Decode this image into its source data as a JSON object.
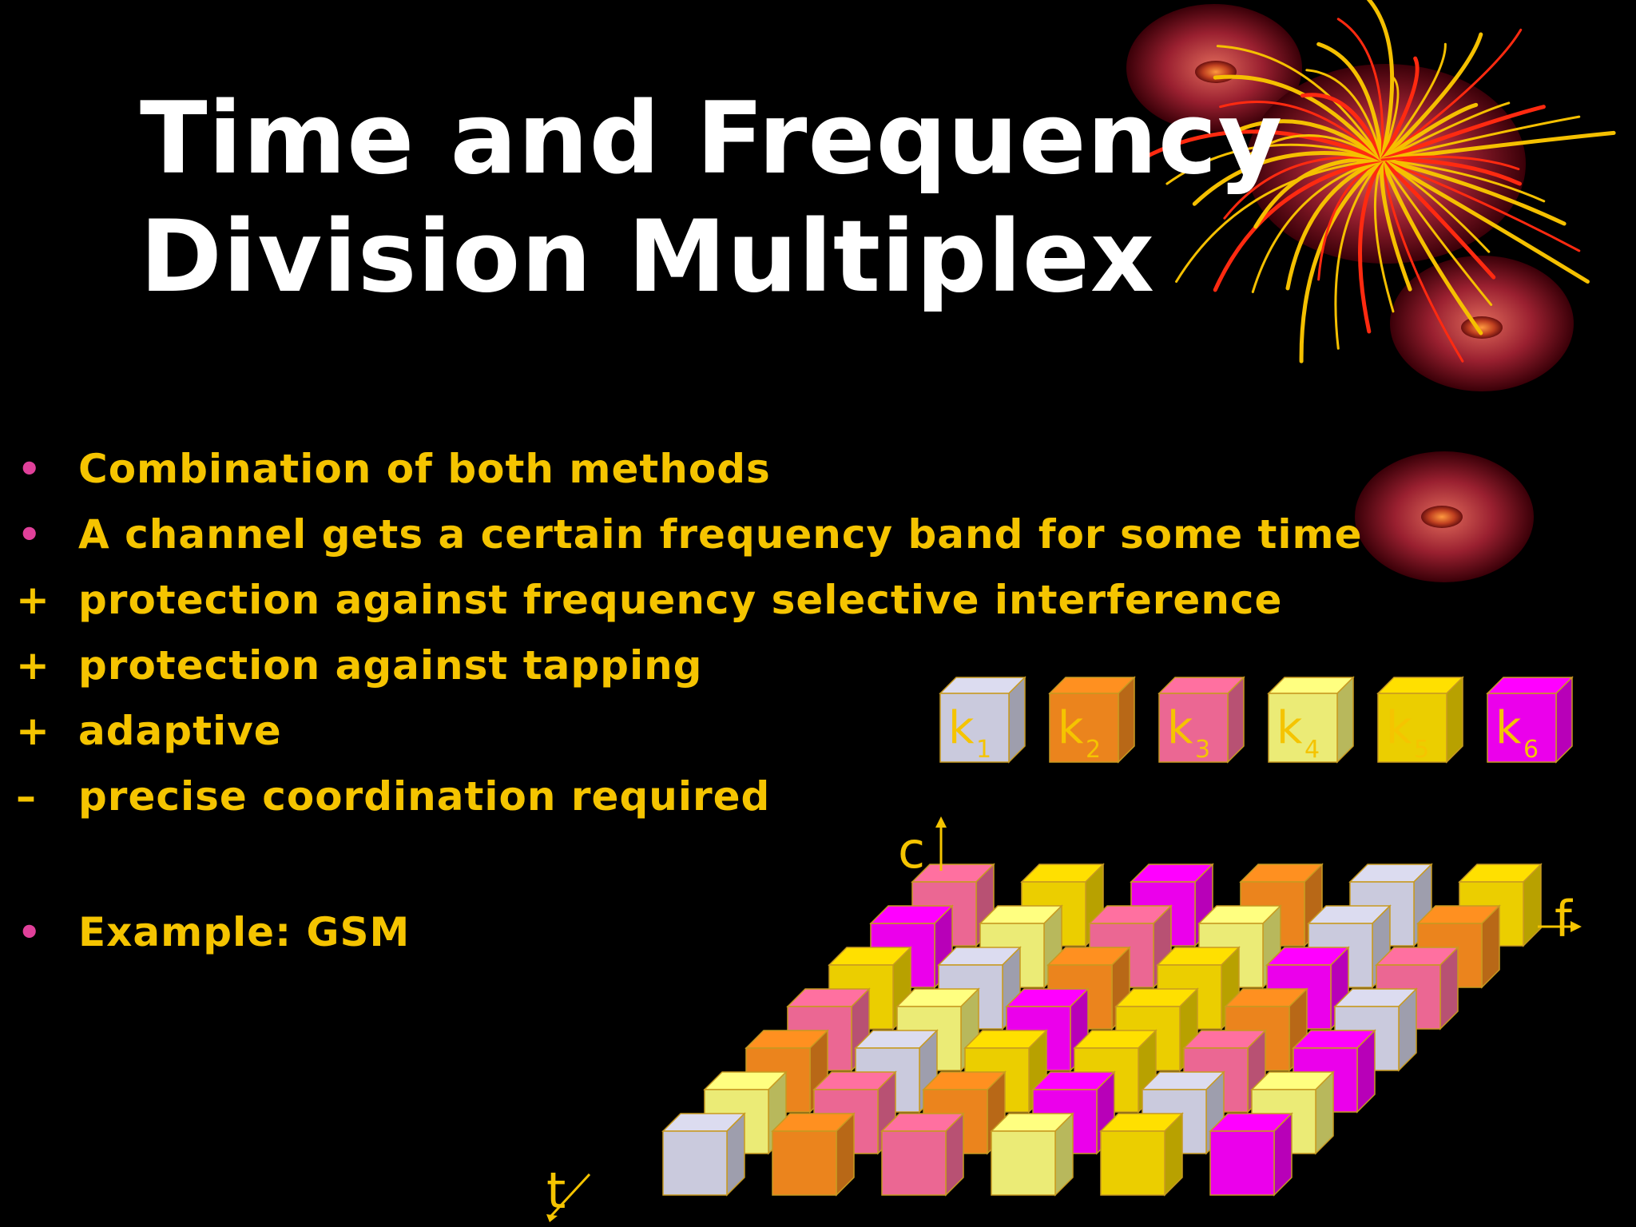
{
  "title": {
    "line1": "Time and Frequency",
    "line2": "Division Multiplex"
  },
  "bullets": [
    {
      "marker": "•",
      "type": "bullet",
      "text": "Combination of both methods"
    },
    {
      "marker": "•",
      "type": "bullet",
      "text": "A channel gets a certain frequency band for some time"
    },
    {
      "marker": "+",
      "type": "sign",
      "text": "protection against frequency selective interference"
    },
    {
      "marker": "+",
      "type": "sign",
      "text": "protection against tapping"
    },
    {
      "marker": "+",
      "type": "sign",
      "text": "adaptive"
    },
    {
      "marker": "–",
      "type": "sign",
      "text": "precise coordination required"
    },
    {
      "marker": "•",
      "type": "bullet",
      "text": "Example: GSM"
    }
  ],
  "legend": [
    {
      "letter": "k",
      "sub": "1",
      "color": "#dcdcf0"
    },
    {
      "letter": "k",
      "sub": "2",
      "color": "#ff9020"
    },
    {
      "letter": "k",
      "sub": "3",
      "color": "#ff70a0"
    },
    {
      "letter": "k",
      "sub": "4",
      "color": "#ffff80"
    },
    {
      "letter": "k",
      "sub": "5",
      "color": "#ffe000"
    },
    {
      "letter": "k",
      "sub": "6",
      "color": "#ff00ff"
    }
  ],
  "axes": {
    "c": "c",
    "f": "f",
    "t": "t"
  },
  "grid": {
    "columns": 6,
    "rows": 7,
    "channels_by_row_back_to_front": [
      [
        3,
        5,
        6,
        2,
        1,
        5
      ],
      [
        6,
        4,
        3,
        4,
        1,
        2
      ],
      [
        5,
        1,
        2,
        5,
        6,
        3
      ],
      [
        3,
        4,
        6,
        5,
        2,
        1
      ],
      [
        2,
        1,
        5,
        5,
        3,
        6
      ],
      [
        4,
        3,
        2,
        6,
        1,
        4
      ],
      [
        1,
        2,
        3,
        4,
        5,
        6
      ]
    ]
  },
  "colors": {
    "background": "#000000",
    "title": "#ffffff",
    "text": "#f5c400",
    "bullet": "#e0409a",
    "axis": "#f5c400"
  }
}
